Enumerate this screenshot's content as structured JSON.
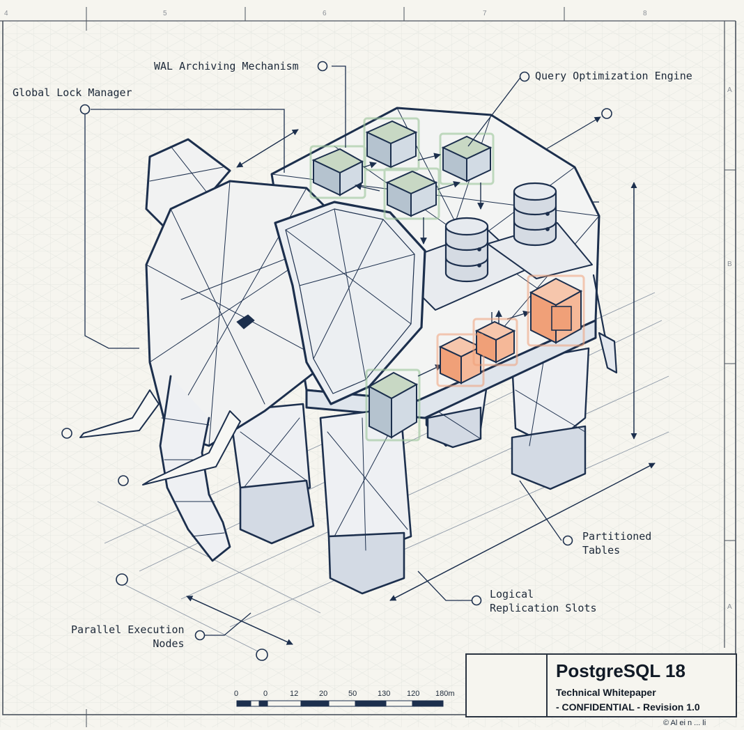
{
  "callouts": {
    "wal": "WAL Archiving Mechanism",
    "lock": "Global Lock Manager",
    "query": "Query Optimization Engine",
    "partitioned": "Partitioned\nTables",
    "logical": "Logical\nReplication Slots",
    "parallel": "Parallel Execution\nNodes"
  },
  "ruler": {
    "top": [
      "4",
      "5",
      "6",
      "7",
      "8"
    ],
    "right": [
      "A",
      "B",
      "A"
    ]
  },
  "scale_bar": {
    "ticks": [
      "0",
      "0",
      "12",
      "20",
      "50",
      "130",
      "120",
      "180m"
    ]
  },
  "title_block": {
    "title": "PostgreSQL 18",
    "line1": "Technical Whitepaper",
    "line2": "- CONFIDENTIAL - Revision 1.0",
    "footer": "© Al ei n ... li"
  },
  "colors": {
    "ink": "#1c2f4d",
    "accent_green": "#9bc49a",
    "accent_orange": "#f0a078",
    "paper": "#f6f5ef"
  }
}
